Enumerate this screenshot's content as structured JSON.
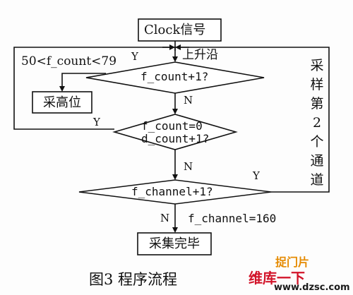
{
  "nodes": {
    "clock": "Clock信号",
    "rising_edge": "上升沿",
    "decision1": "f_count+1?",
    "sample_high": "采高位",
    "decision2_line1": "f_count=0",
    "decision2_line2": "d_count+1?",
    "decision3": "f_channel+1?",
    "done": "采集完毕"
  },
  "edge_labels": {
    "range_condition": "50<f_count<79",
    "d1_yes": "Y",
    "d1_no": "N",
    "d2_yes": "Y",
    "d2_no": "N",
    "d3_yes": "Y",
    "d3_no": "N",
    "channel_end": "f_channel=160"
  },
  "side_label": [
    "采",
    "样",
    "第",
    "2",
    "个",
    "通",
    "道"
  ],
  "caption": "图3  程序流程",
  "watermark": {
    "top": "捉门片",
    "main": "维库一下",
    "url": "www.dzsc.com"
  },
  "colors": {
    "line": "#111111",
    "watermark_red": "#d2142a",
    "watermark_orange": "#e58a00"
  }
}
